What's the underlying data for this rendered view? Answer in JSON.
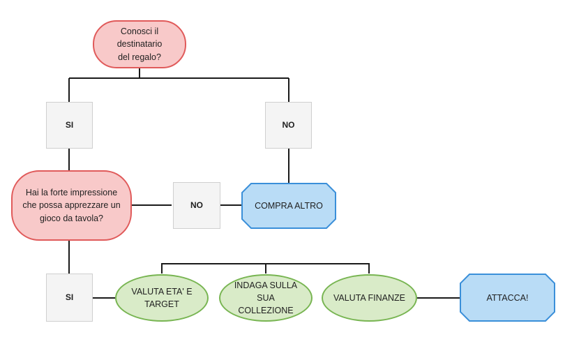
{
  "diagram": {
    "q1": "Conosci il destinatario del regalo?",
    "q1_yes": "SI",
    "q1_no": "NO",
    "q2": "Hai la forte impressione che possa apprezzare un gioco da tavola?",
    "q2_no": "NO",
    "buy_other": "COMPRA ALTRO",
    "q2_yes": "SI",
    "step_age": "VALUTA ETA' E TARGET",
    "step_collection": "INDAGA SULLA SUA COLLEZIONE",
    "step_finance": "VALUTA FINANZE",
    "attack": "ATTACCA!"
  },
  "colors": {
    "question_fill": "#f8c9c9",
    "question_border": "#e05a5a",
    "answer_fill": "#f4f4f4",
    "action_fill": "#d9ebc8",
    "action_border": "#78b552",
    "terminal_fill": "#b9dcf6",
    "terminal_border": "#3a8fd9"
  }
}
